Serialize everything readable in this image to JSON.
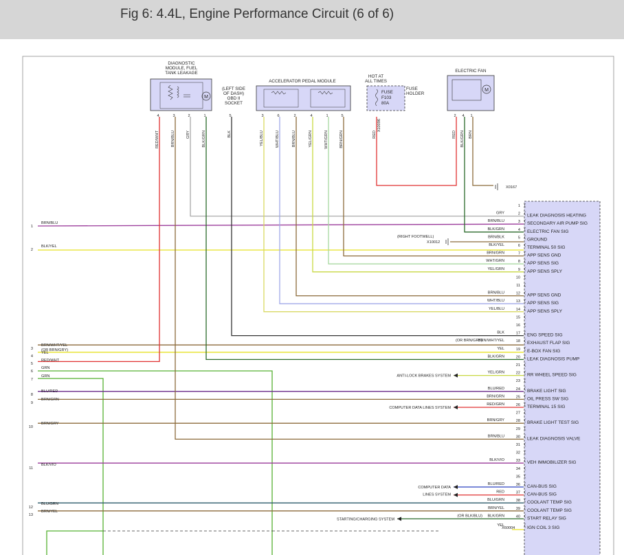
{
  "page": {
    "title": "Fig 6: 4.4L, Engine Performance Circuit (6 of 6)"
  },
  "components": {
    "diag_module": {
      "label": [
        "DIAGNOSTIC",
        "MODULE, FUEL",
        "TANK LEAKAGE"
      ]
    },
    "obd_socket": {
      "label": [
        "(LEFT SIDE",
        "OF DASH)",
        "OBD II",
        "SOCKET"
      ]
    },
    "accel_module": {
      "label": "ACCELERATOR PEDAL MODULE"
    },
    "fuse": {
      "hot": [
        "HOT AT",
        "ALL TIMES"
      ],
      "body": [
        "FUSE",
        "F103",
        "80A"
      ],
      "holder": [
        "FUSE",
        "HOLDER"
      ],
      "connector": "X10096"
    },
    "electric_fan": {
      "label": "ELECTRIC FAN"
    },
    "ground_x0167": "X0167",
    "ground_x10012": {
      "loc": "(RIGHT FOOTWELL)",
      "id": "X10012"
    },
    "ecm_connector": "X60004"
  },
  "top_wires": [
    {
      "pin": "4",
      "color": "RED/WHT"
    },
    {
      "pin": "3",
      "color": "BRN/BLU"
    },
    {
      "pin": "2",
      "color": "GRY"
    },
    {
      "pin": "1",
      "color": "BLK/GRN"
    },
    {
      "pin": "5",
      "color": "BLK"
    },
    {
      "pin": "3",
      "color": "YEL/BLU"
    },
    {
      "pin": "6",
      "color": "WHT/BLU"
    },
    {
      "pin": "2",
      "color": "BRN/BLU"
    },
    {
      "pin": "4",
      "color": "YEL/GRN"
    },
    {
      "pin": "1",
      "color": "WHT/GRN"
    },
    {
      "pin": "5",
      "color": "BRN/GRN"
    },
    {
      "pin": "",
      "color": "RED"
    },
    {
      "pin": "2",
      "color": "RED"
    },
    {
      "pin": "4",
      "color": "BLK/GRN"
    },
    {
      "pin": "1",
      "color": "BRN"
    }
  ],
  "ecm_pins": [
    {
      "pin": "1",
      "wire": "",
      "signal": ""
    },
    {
      "pin": "2",
      "wire": "GRY",
      "signal": "LEAK DIAGNOSIS HEATING"
    },
    {
      "pin": "3",
      "wire": "BRN/BLU",
      "signal": "SECONDARY AIR PUMP SIG"
    },
    {
      "pin": "4",
      "wire": "BLK/GRN",
      "signal": "ELECTRIC FAN SIG"
    },
    {
      "pin": "5",
      "wire": "BRN/BLK",
      "signal": "GROUND"
    },
    {
      "pin": "6",
      "wire": "BLK/YEL",
      "signal": "TERMINAL 50 SIG"
    },
    {
      "pin": "7",
      "wire": "BRN/GRN",
      "signal": "APP SENS GND"
    },
    {
      "pin": "8",
      "wire": "WHT/GRN",
      "signal": "APP SENS SIG"
    },
    {
      "pin": "9",
      "wire": "YEL/GRN",
      "signal": "APP SENS SPLY"
    },
    {
      "pin": "10",
      "wire": "",
      "signal": ""
    },
    {
      "pin": "11",
      "wire": "",
      "signal": ""
    },
    {
      "pin": "12",
      "wire": "BRN/BLU",
      "signal": "APP SENS GND"
    },
    {
      "pin": "13",
      "wire": "WHT/BLU",
      "signal": "APP SENS SIG"
    },
    {
      "pin": "14",
      "wire": "YEL/BLU",
      "signal": "APP SENS SPLY"
    },
    {
      "pin": "15",
      "wire": "",
      "signal": ""
    },
    {
      "pin": "16",
      "wire": "",
      "signal": ""
    },
    {
      "pin": "17",
      "wire": "BLK",
      "signal": "ENG SPEED SIG"
    },
    {
      "pin": "18",
      "wire": "BRN/WHT/YEL",
      "alt": "(OR BRN/GRY)",
      "signal": "EXHAUST FLAP SIG"
    },
    {
      "pin": "19",
      "wire": "YEL",
      "signal": "E-BOX FAN SIG"
    },
    {
      "pin": "20",
      "wire": "BLK/GRN",
      "signal": "LEAK DIAGNOSIS PUMP"
    },
    {
      "pin": "21",
      "wire": "",
      "signal": ""
    },
    {
      "pin": "22",
      "wire": "YEL/GRN",
      "signal": "RR WHEEL SPEED SIG"
    },
    {
      "pin": "23",
      "wire": "",
      "signal": ""
    },
    {
      "pin": "24",
      "wire": "BLU/RED",
      "signal": "BRAKE LIGHT SIG"
    },
    {
      "pin": "25",
      "wire": "BRN/GRN",
      "signal": "OIL PRESS SW SIG"
    },
    {
      "pin": "26",
      "wire": "RED/GRN",
      "signal": "TERMINAL 15 SIG"
    },
    {
      "pin": "27",
      "wire": "",
      "signal": ""
    },
    {
      "pin": "28",
      "wire": "BRN/GRY",
      "signal": "BRAKE LIGHT TEST SIG"
    },
    {
      "pin": "29",
      "wire": "",
      "signal": ""
    },
    {
      "pin": "30",
      "wire": "BRN/BLU",
      "signal": "LEAK DIAGNOSIS VALVE"
    },
    {
      "pin": "31",
      "wire": "",
      "signal": ""
    },
    {
      "pin": "32",
      "wire": "",
      "signal": ""
    },
    {
      "pin": "33",
      "wire": "BLK/VIO",
      "signal": "VEH IMMOBILIZER SIG"
    },
    {
      "pin": "34",
      "wire": "",
      "signal": ""
    },
    {
      "pin": "35",
      "wire": "",
      "signal": ""
    },
    {
      "pin": "36",
      "wire": "BLU/RED",
      "signal": "CAN-BUS SIG"
    },
    {
      "pin": "37",
      "wire": "RED",
      "signal": "CAN-BUS SIG"
    },
    {
      "pin": "38",
      "wire": "BLU/GRN",
      "signal": "COOLANT TEMP SIG"
    },
    {
      "pin": "39",
      "wire": "BRN/YEL",
      "signal": "COOLANT TEMP SIG"
    },
    {
      "pin": "40",
      "wire": "BLK/GRN",
      "alt": "(OR BLK/BLU)",
      "signal": "START RELAY SIG"
    },
    {
      "pin": "",
      "wire": "YEL",
      "signal": "IGN COIL 3 SIG"
    }
  ],
  "left_wires": [
    {
      "num": "1",
      "color": "BRN/BLU"
    },
    {
      "num": "2",
      "color": "BLK/YEL"
    },
    {
      "num": "3",
      "color": "BRN/WHT/YEL",
      "alt": "(OR BRN/GRY)"
    },
    {
      "num": "4",
      "color": "YEL"
    },
    {
      "num": "5",
      "color": "RED/WHT"
    },
    {
      "num": "6",
      "color": "GRN"
    },
    {
      "num": "7",
      "color": "GRN"
    },
    {
      "num": "8",
      "color": "BLU/RED"
    },
    {
      "num": "9",
      "color": "BRN/GRN"
    },
    {
      "num": "10",
      "color": "BRN/GRY"
    },
    {
      "num": "11",
      "color": "BLK/VIO"
    },
    {
      "num": "12",
      "color": "BLU/GRN"
    },
    {
      "num": "13",
      "color": "BRN/YEL"
    }
  ],
  "system_arrows": [
    {
      "label": "ANTI-LOCK BRAKES SYSTEM"
    },
    {
      "label": "COMPUTER DATA LINES SYSTEM"
    },
    {
      "label": [
        "COMPUTER DATA",
        "LINES SYSTEM"
      ]
    },
    {
      "label": "STARTING/CHARGING SYSTEM"
    }
  ],
  "colors": {
    "red": "#e03030",
    "green": "#55b030",
    "yellow": "#e6e020",
    "purple": "#9a3a9a",
    "brown": "#8b6a3a",
    "gray": "#a8a8a8",
    "black": "#333333",
    "blue": "#2a40c0",
    "ecm_fill": "#d7d7f7"
  }
}
